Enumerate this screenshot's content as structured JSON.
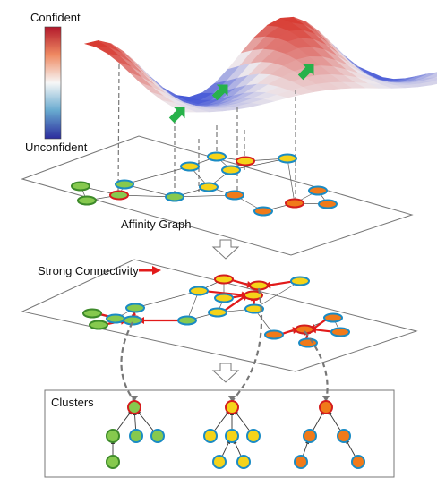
{
  "colorbar": {
    "top_label": "Confident",
    "bottom_label": "Unconfident",
    "colors": [
      "#b2182b",
      "#ef8a62",
      "#f7f7f7",
      "#67a9cf",
      "#2c2c9e"
    ]
  },
  "panels": {
    "affinity_graph_label": "Affinity Graph",
    "strong_connectivity_label": "Strong Connectivity",
    "clusters_label": "Clusters"
  },
  "node_colors": {
    "green": "#86c94e",
    "yellow": "#f5d319",
    "orange": "#f07a1a",
    "blue_ring": "#1a8bc4",
    "red_ring": "#d41d1d",
    "green_ring": "#3d8a2a"
  },
  "arrow_colors": {
    "surface_arrows": "#27b24a",
    "strong_edge": "#e21a1a",
    "dashed_link": "#777777"
  },
  "surface": {
    "high_color": "#d7342a",
    "low_color": "#3e52d6"
  }
}
